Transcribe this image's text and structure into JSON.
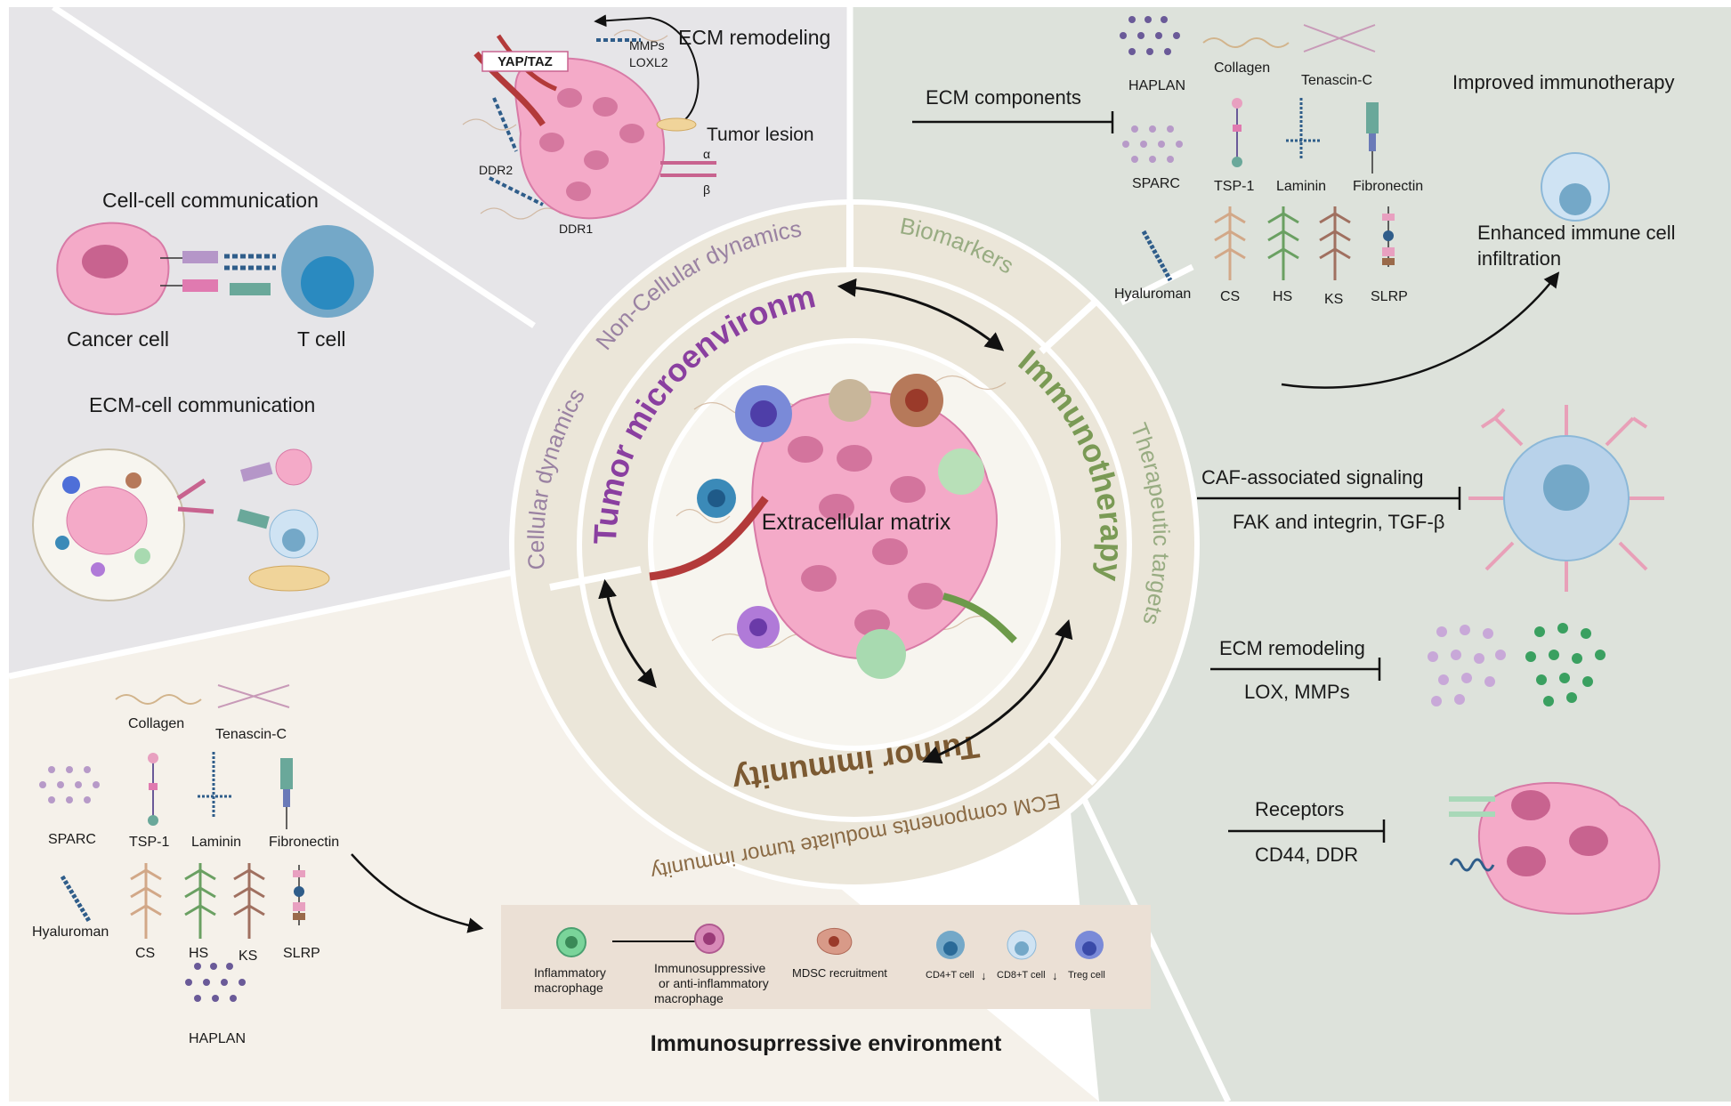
{
  "top_left": {
    "ecm_remodeling_title": "ECM remodeling",
    "yap_taz": "YAP/TAZ",
    "mmps": "MMPs",
    "loxl2": "LOXL2",
    "tumor_lesion": "Tumor lesion",
    "ddr2": "DDR2",
    "ddr1": "DDR1",
    "alpha": "α",
    "beta": "β"
  },
  "left_panel": {
    "cell_cell": "Cell-cell communication",
    "cancer_cell": "Cancer cell",
    "t_cell": "T cell",
    "ecm_cell": "ECM-cell communication"
  },
  "top_right": {
    "ecm_components": "ECM components",
    "haplan": "HAPLAN",
    "collagen": "Collagen",
    "tenascin": "Tenascin-C",
    "sparc": "SPARC",
    "tsp1": "TSP-1",
    "laminin": "Laminin",
    "fibronectin": "Fibronectin",
    "hyaluroman": "Hyaluroman",
    "cs": "CS",
    "hs": "HS",
    "ks": "KS",
    "slrp": "SLRP",
    "improved": "Improved immunotherapy",
    "enhanced_line1": "Enhanced immune cell",
    "enhanced_line2": "infiltration"
  },
  "right_panel": {
    "caf": "CAF-associated signaling",
    "fak": "FAK and integrin, TGF-β",
    "ecm_remodeling": "ECM remodeling",
    "lox": "LOX, MMPs",
    "receptors": "Receptors",
    "cd44": "CD44, DDR"
  },
  "bottom_left": {
    "collagen": "Collagen",
    "tenascin": "Tenascin-C",
    "sparc": "SPARC",
    "tsp1": "TSP-1",
    "laminin": "Laminin",
    "fibronectin": "Fibronectin",
    "hyaluroman": "Hyaluroman",
    "cs": "CS",
    "hs": "HS",
    "ks": "KS",
    "slrp": "SLRP",
    "haplan": "HAPLAN"
  },
  "immuno_box": {
    "inflammatory_line1": "Inflammatory",
    "inflammatory_line2": "macrophage",
    "suppressive_line1": "Immunosuppressive",
    "suppressive_line2": "or anti-inflammatory",
    "suppressive_line3": "macrophage",
    "mdsc": "MDSC recruitment",
    "cd4": "CD4+T cell",
    "cd8": "CD8+T cell",
    "treg": "Treg cell",
    "title": "Immunosuprressive environment"
  },
  "center": {
    "ecm": "Extracellular matrix",
    "tme": "Tumor microenvironment",
    "immunotherapy": "Immunotherapy",
    "tumor_immunity": "Tumor immunity",
    "non_cellular": "Non-Cellular dynamics",
    "biomarkers": "Biomarkers",
    "therapeutic": "Therapeutic targets",
    "cellular": "Cellular dynamics",
    "ecm_modulate": "ECM components modulate tumor immunity"
  },
  "colors": {
    "gray_bg": "#e6e5e8",
    "green_bg": "#dde2db",
    "cream_bg": "#f5f1ea",
    "ring": "#ebe6d9",
    "purple": "#8a3fa0",
    "green": "#7a9a55",
    "brown": "#7c5a32",
    "muted_purple": "#9a82a2",
    "muted_green": "#98ac82",
    "muted_brown": "#8b6b45",
    "pink_cell": "#f4aac8"
  }
}
